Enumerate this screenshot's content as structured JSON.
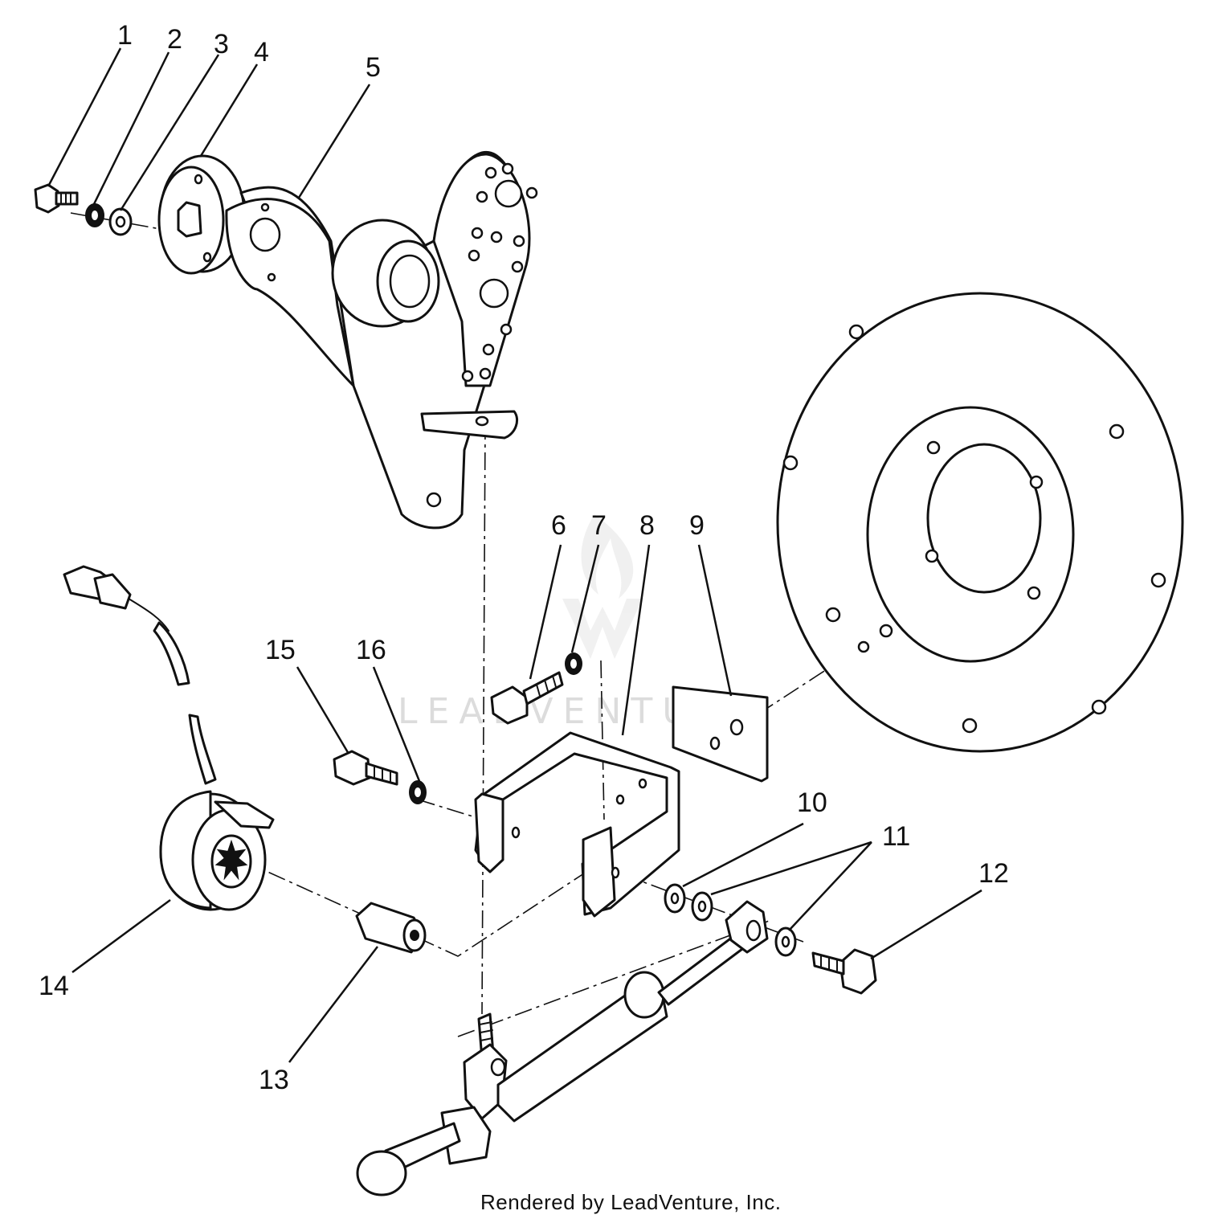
{
  "callouts": [
    "1",
    "2",
    "3",
    "4",
    "5",
    "6",
    "7",
    "8",
    "9",
    "10",
    "11",
    "12",
    "13",
    "14",
    "15",
    "16"
  ],
  "watermark": "LEADVENTURE",
  "credit": "Rendered by LeadVenture, Inc.",
  "colors": {
    "line": "#111111",
    "background": "#ffffff",
    "watermark": "#dcdcdc"
  }
}
